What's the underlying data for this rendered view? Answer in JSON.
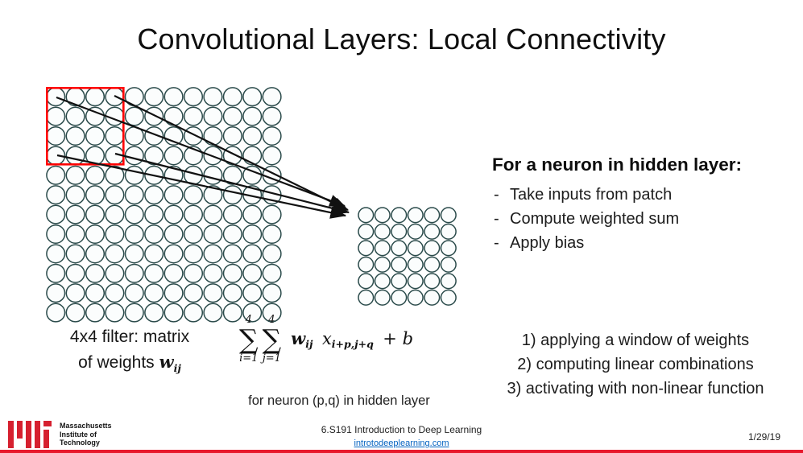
{
  "slide": {
    "title": "Convolutional Layers: Local Connectivity"
  },
  "diagram": {
    "input_grid": {
      "rows": 12,
      "cols": 12
    },
    "hidden_grid": {
      "rows": 6,
      "cols": 6
    },
    "patch": {
      "rows": 4,
      "cols": 4
    },
    "patch_label_line1": "4x4 filter: matrix",
    "patch_label_line2_prefix": "of weights ",
    "patch_label_math": "w",
    "patch_label_math_sub": "ij"
  },
  "formula": {
    "sigma": "∑",
    "sum1_top": "4",
    "sum1_bottom": "i=1",
    "sum2_top": "4",
    "sum2_bottom": "j=1",
    "w": "w",
    "w_sub": "ij",
    "x": "x",
    "x_sub": "i+p,j+q",
    "tail": "+ b",
    "caption": "for neuron (p,q) in hidden layer"
  },
  "right_panel": {
    "heading": "For a neuron in hidden layer:",
    "bullet_prefix": "-",
    "bullets": [
      "Take inputs from patch",
      "Compute weighted sum",
      "Apply bias"
    ],
    "steps": [
      "1) applying a window of weights",
      "2) computing linear combinations",
      "3) activating with non-linear function"
    ]
  },
  "footer": {
    "institution_line1": "Massachusetts",
    "institution_line2": "Institute of",
    "institution_line3": "Technology",
    "course": "6.S191 Introduction to Deep Learning",
    "link": "introtodeeplearning.com",
    "date": "1/29/19"
  },
  "colors": {
    "circle_stroke": "#2b4b4b",
    "circle_fill": "#fbfdfd",
    "patch_red": "#ff0000",
    "arrow_black": "#111111",
    "mit_red": "#d6202f",
    "footer_line_red": "#e8192c",
    "link_blue": "#0563c1"
  }
}
